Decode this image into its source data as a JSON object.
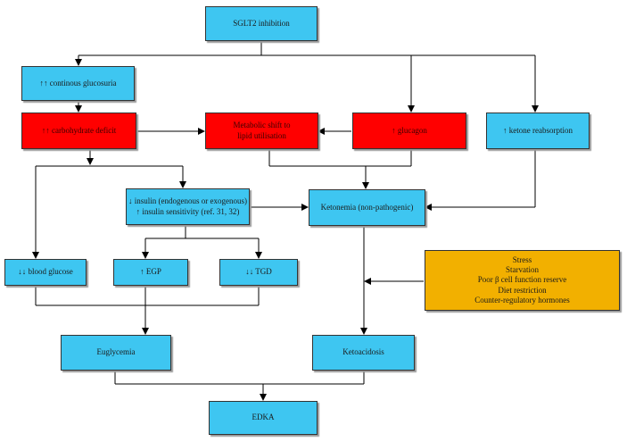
{
  "nodes": {
    "sglt2": "SGLT2 inhibition",
    "glucosuria": "↑↑ continous glucosuria",
    "carb_deficit": "↑↑ carbohydrate deficit",
    "metabolic_shift": [
      "Metabolic shift to",
      "lipid utilisation"
    ],
    "glucagon": "↑ glucagon",
    "ketone_reabsorption": "↑ ketone reabsorption",
    "insulin": [
      "↓ insulin (endogenous or exogenous)",
      "↑ insulin sensitivity (ref. 31, 32)"
    ],
    "ketonemia": "Ketonemia (non-pathogenic)",
    "blood_glucose": "↓↓ blood glucose",
    "egp": "↑ EGP",
    "tgd": "↓↓ TGD",
    "factors": [
      "Stress",
      "Starvation",
      "Poor β cell function reserve",
      "Diet restriction",
      "Counter-regulatory hormones"
    ],
    "euglycemia": "Euglycemia",
    "ketoacidosis": "Ketoacidosis",
    "edka": "EDKA"
  },
  "colors": {
    "blue": "#3ec6f1",
    "red": "#ff0000",
    "gold": "#f2b000",
    "line": "#000000"
  }
}
